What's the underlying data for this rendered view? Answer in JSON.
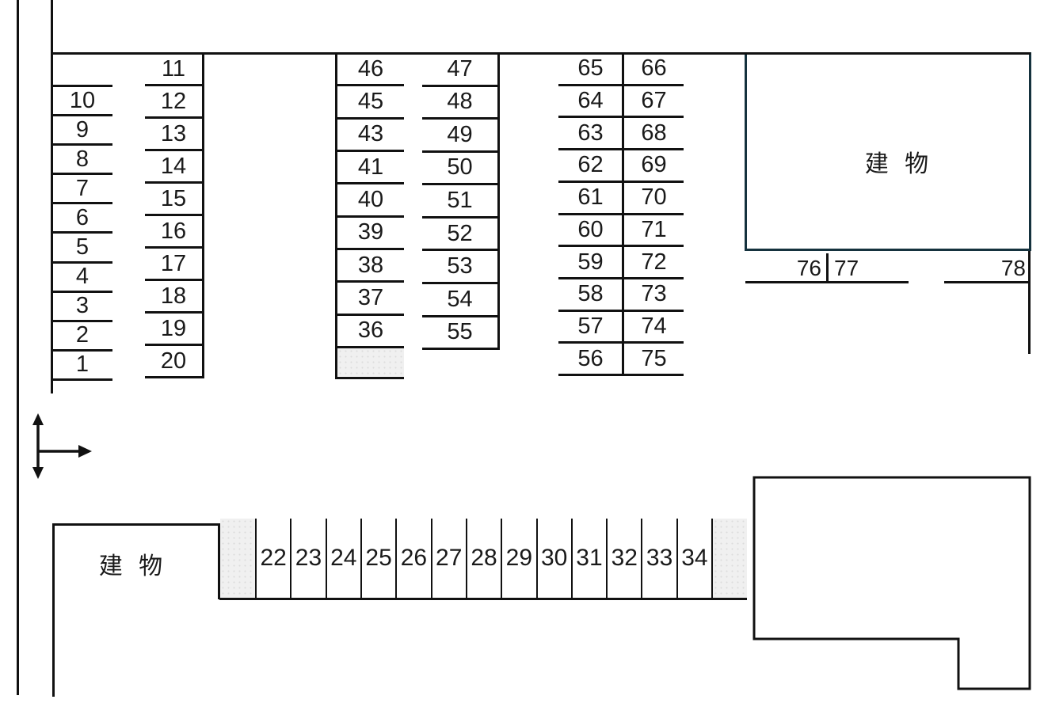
{
  "diagram": {
    "type": "parking-lot-layout-map",
    "building_label": "建 物",
    "columns": {
      "left_outer": [
        "10",
        "9",
        "8",
        "7",
        "6",
        "5",
        "4",
        "3",
        "2",
        "1"
      ],
      "left_inner": [
        "11",
        "12",
        "13",
        "14",
        "15",
        "16",
        "17",
        "18",
        "19",
        "20"
      ],
      "mid_left": [
        "46",
        "45",
        "43",
        "41",
        "40",
        "39",
        "38",
        "37",
        "36"
      ],
      "mid_right": [
        "47",
        "48",
        "49",
        "50",
        "51",
        "52",
        "53",
        "54",
        "55"
      ],
      "right_inner": [
        "65",
        "64",
        "63",
        "62",
        "61",
        "60",
        "59",
        "58",
        "57",
        "56"
      ],
      "right_outer": [
        "66",
        "67",
        "68",
        "69",
        "70",
        "71",
        "72",
        "73",
        "74",
        "75"
      ]
    },
    "bottom_row": [
      "22",
      "23",
      "24",
      "25",
      "26",
      "27",
      "28",
      "29",
      "30",
      "31",
      "32",
      "33",
      "34"
    ],
    "standalone_spots": {
      "s76": "76",
      "s77": "77",
      "s78": "78"
    },
    "colors": {
      "line": "#111111",
      "top_right_building_outline": "#15323e",
      "reserved_area_fill": "#f0f0f0"
    }
  }
}
